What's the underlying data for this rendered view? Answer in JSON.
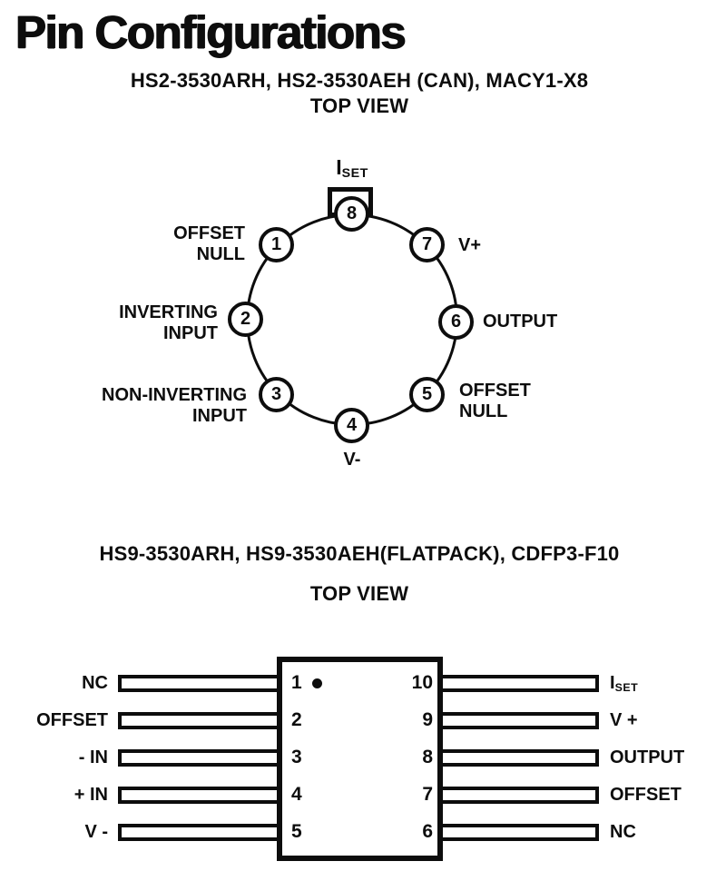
{
  "page": {
    "title": "Pin Configurations"
  },
  "can": {
    "subtitle": "HS2-3530ARH, HS2-3530AEH (CAN), MACY1-X8",
    "view": "TOP VIEW",
    "iset": {
      "base": "I",
      "sub": "SET"
    },
    "pins": {
      "p1": {
        "num": "1",
        "line1": "OFFSET",
        "line2": "NULL"
      },
      "p2": {
        "num": "2",
        "line1": "INVERTING",
        "line2": "INPUT"
      },
      "p3": {
        "num": "3",
        "line1": "NON-INVERTING",
        "line2": "INPUT"
      },
      "p4": {
        "num": "4",
        "line1": "V-"
      },
      "p5": {
        "num": "5",
        "line1": "OFFSET",
        "line2": "NULL"
      },
      "p6": {
        "num": "6",
        "line1": "OUTPUT"
      },
      "p7": {
        "num": "7",
        "line1": "V+"
      },
      "p8": {
        "num": "8"
      }
    }
  },
  "flatpack": {
    "subtitle": "HS9-3530ARH, HS9-3530AEH(FLATPACK), CDFP3-F10",
    "view": "TOP VIEW",
    "left_pins": {
      "l1": {
        "num": "1",
        "label": "NC"
      },
      "l2": {
        "num": "2",
        "label": "OFFSET"
      },
      "l3": {
        "num": "3",
        "label": "- IN"
      },
      "l4": {
        "num": "4",
        "label": "+ IN"
      },
      "l5": {
        "num": "5",
        "label": "V -"
      }
    },
    "right_pins": {
      "r10": {
        "num": "10",
        "label_base": "I",
        "label_sub": "SET"
      },
      "r9": {
        "num": "9",
        "label": "V +"
      },
      "r8": {
        "num": "8",
        "label": "OUTPUT"
      },
      "r7": {
        "num": "7",
        "label": "OFFSET"
      },
      "r6": {
        "num": "6",
        "label": "NC"
      }
    }
  }
}
